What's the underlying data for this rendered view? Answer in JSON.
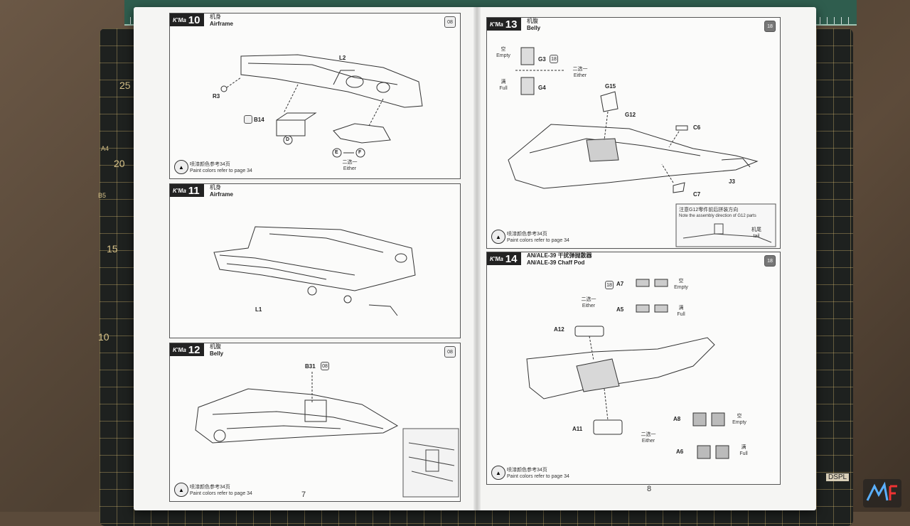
{
  "mat_numbers": [
    "25",
    "20",
    "15",
    "10",
    "A4",
    "B5"
  ],
  "mat_label": "DSPL",
  "left_page": {
    "page_number": "7",
    "steps": [
      {
        "number": "10",
        "title_cn": "机身",
        "title_en": "Airframe",
        "code": "08",
        "labels": [
          "L2",
          "R3",
          "B14",
          "D",
          "E",
          "F"
        ],
        "either_cn": "二选一",
        "either_en": "Either",
        "paint_cn": "喷漆颜色参考34页",
        "paint_en": "Paint colors refer to page 34"
      },
      {
        "number": "11",
        "title_cn": "机身",
        "title_en": "Airframe",
        "labels": [
          "L1"
        ]
      },
      {
        "number": "12",
        "title_cn": "机腹",
        "title_en": "Belly",
        "code": "08",
        "labels": [
          "B31"
        ],
        "part_code": "08",
        "paint_cn": "喷漆颜色参考34页",
        "paint_en": "Paint colors refer to page 34"
      }
    ]
  },
  "right_page": {
    "page_number": "8",
    "steps": [
      {
        "number": "13",
        "title_cn": "机腹",
        "title_en": "Belly",
        "code": "18",
        "empty_cn": "空",
        "empty_en": "Empty",
        "full_cn": "满",
        "full_en": "Full",
        "labels": [
          "G3",
          "G4",
          "G15",
          "G12",
          "C6",
          "C7",
          "J3"
        ],
        "part_code": "18",
        "either_cn": "二选一",
        "either_en": "Either",
        "note_cn": "注意G12零件前后拼装方向",
        "note_en": "Note the assembly direction of G12 parts",
        "tail_cn": "机尾",
        "tail_en": "tail",
        "paint_cn": "喷漆颜色参考34页",
        "paint_en": "Paint colors refer to page 34"
      },
      {
        "number": "14",
        "title_cn": "AN/ALE-39 干扰弹抛散器",
        "title_en": "AN/ALE-39 Chaff Pod",
        "code": "18",
        "labels": [
          "A7",
          "A5",
          "A12",
          "A11",
          "A8",
          "A6"
        ],
        "part_code": "18",
        "either_cn": "二选一",
        "either_en": "Either",
        "empty_cn": "空",
        "empty_en": "Empty",
        "full_cn": "满",
        "full_en": "Full",
        "paint_cn": "喷漆颜色参考34页",
        "paint_en": "Paint colors refer to page 34"
      }
    ]
  }
}
